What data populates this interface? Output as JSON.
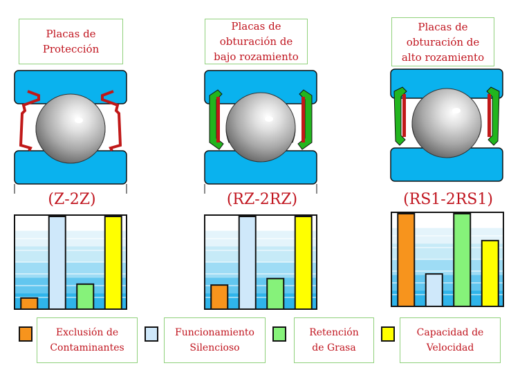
{
  "bearings": [
    {
      "title": "Placas de\nProtección",
      "code": "(Z-2Z)",
      "seal": "Z"
    },
    {
      "title": "Placas de\nobturación de\nbajo rozamiento",
      "code": "(RZ-2RZ)",
      "seal": "RZ"
    },
    {
      "title": "Placas de\nobturación de\nalto rozamiento",
      "code": "(RS1-2RS1)",
      "seal": "RS"
    }
  ],
  "legend": [
    {
      "label": "Exclusión de\nContaminantes",
      "color": "#f7941d"
    },
    {
      "label": "Funcionamiento\nSilencioso",
      "color": "#cfe8fa"
    },
    {
      "label": "Retención\nde Grasa",
      "color": "#86f27a"
    },
    {
      "label": "Capacidad de\nVelocidad",
      "color": "#ffff00"
    }
  ],
  "chart_data": [
    {
      "type": "bar",
      "categories": [
        "Exclusión de Contaminantes",
        "Funcionamiento Silencioso",
        "Retención de Grasa",
        "Capacidad de Velocidad"
      ],
      "values": [
        0.12,
        1.0,
        0.27,
        1.0
      ],
      "ylim": [
        0,
        1
      ]
    },
    {
      "type": "bar",
      "categories": [
        "Exclusión de Contaminantes",
        "Funcionamiento Silencioso",
        "Retención de Grasa",
        "Capacidad de Velocidad"
      ],
      "values": [
        0.26,
        1.0,
        0.33,
        1.0
      ],
      "ylim": [
        0,
        1
      ]
    },
    {
      "type": "bar",
      "categories": [
        "Exclusión de Contaminantes",
        "Funcionamiento Silencioso",
        "Retención de Grasa",
        "Capacidad de Velocidad"
      ],
      "values": [
        1.0,
        0.35,
        1.0,
        0.71
      ],
      "ylim": [
        0,
        1
      ]
    }
  ],
  "colors": {
    "title_text": "#c0141e",
    "box_border": "#8fd07a",
    "ring": "#0ab2ee",
    "seal_z": "#c01818",
    "seal_rubber": "#22b51e",
    "seal_steel": "#c01818"
  }
}
